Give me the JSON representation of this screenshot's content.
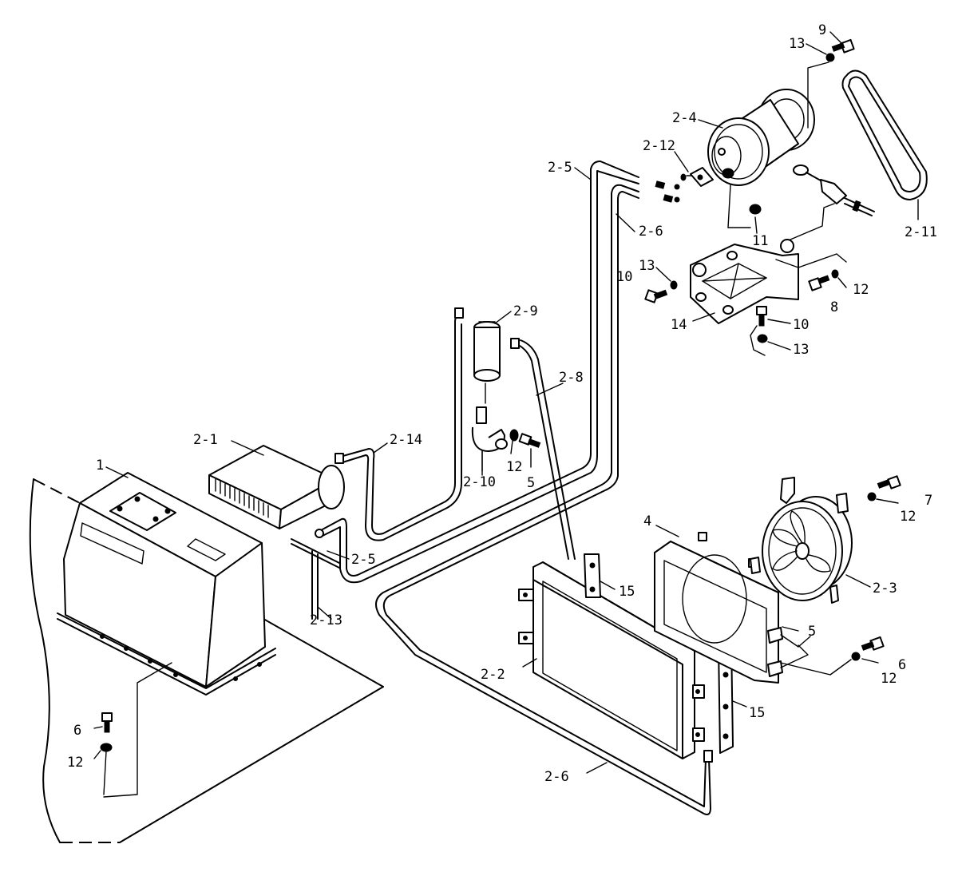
{
  "labels": {
    "l_9": "9",
    "l_13_top": "13",
    "l_2_4": "2-4",
    "l_2_12": "2-12",
    "l_2_5_top": "2-5",
    "l_2_6_top": "2-6",
    "l_2_11": "2-11",
    "l_11": "11",
    "l_13_mid": "13",
    "l_10_left": "10",
    "l_12_right": "12",
    "l_8": "8",
    "l_14": "14",
    "l_10_right": "10",
    "l_13_low": "13",
    "l_2_9": "2-9",
    "l_2_8": "2-8",
    "l_2_1": "2-1",
    "l_2_14": "2-14",
    "l_1": "1",
    "l_12_clamp": "12",
    "l_5_clamp": "5",
    "l_2_10": "2-10",
    "l_7": "7",
    "l_12_fan": "12",
    "l_4": "4",
    "l_2_3": "2-3",
    "l_2_5_low": "2-5",
    "l_15_top": "15",
    "l_2_13": "2-13",
    "l_5_shroud": "5",
    "l_6_right": "6",
    "l_12_shroud": "12",
    "l_2_2": "2-2",
    "l_15_low": "15",
    "l_6_left": "6",
    "l_12_left": "12",
    "l_2_6_low": "2-6"
  }
}
